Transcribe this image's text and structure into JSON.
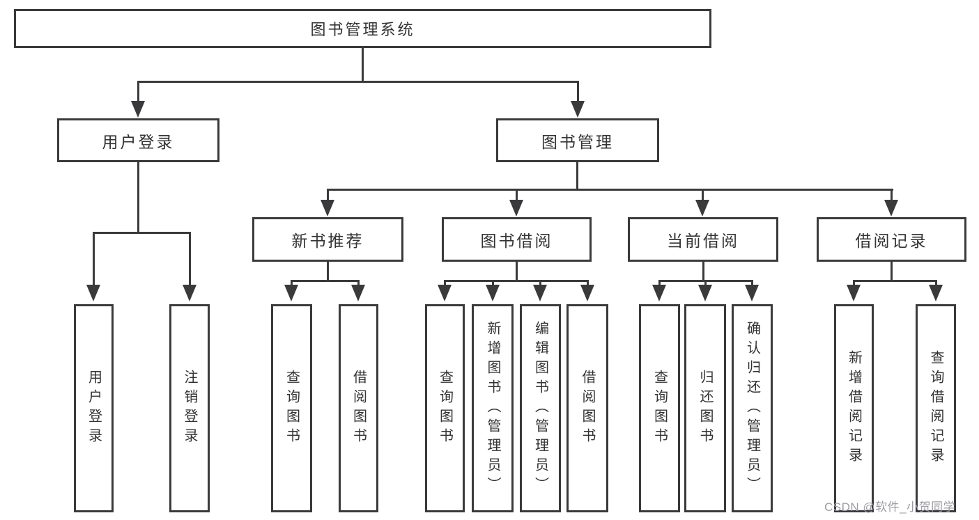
{
  "diagram": {
    "title": "图书管理系统",
    "type": "hierarchy-tree",
    "line_color": "#3a3a3c",
    "box_fill": "#ffffff",
    "text_color": "#333336",
    "tree": {
      "label": "图书管理系统",
      "children": [
        {
          "label": "用户登录",
          "children": [
            {
              "label": "用户登录"
            },
            {
              "label": "注销登录"
            }
          ]
        },
        {
          "label": "图书管理",
          "children": [
            {
              "label": "新书推荐",
              "children": [
                {
                  "label": "查询图书"
                },
                {
                  "label": "借阅图书"
                }
              ]
            },
            {
              "label": "图书借阅",
              "children": [
                {
                  "label": "查询图书"
                },
                {
                  "label": "新增图书（管理员）"
                },
                {
                  "label": "编辑图书（管理员）"
                },
                {
                  "label": "借阅图书"
                }
              ]
            },
            {
              "label": "当前借阅",
              "children": [
                {
                  "label": "查询图书"
                },
                {
                  "label": "归还图书"
                },
                {
                  "label": "确认归还（管理员）"
                }
              ]
            },
            {
              "label": "借阅记录",
              "children": [
                {
                  "label": "新增借阅记录"
                },
                {
                  "label": "查询借阅记录"
                }
              ]
            }
          ]
        }
      ]
    },
    "watermark": "CSDN @软件_小贺同学"
  }
}
